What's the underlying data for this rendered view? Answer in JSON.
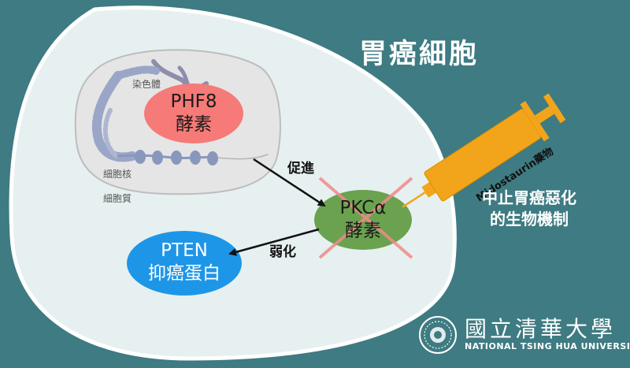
{
  "title": "胃癌細胞",
  "labels": {
    "chromosome": "染色體",
    "nucleus": "細胞核",
    "cytoplasm": "細胞質"
  },
  "phf8": {
    "name": "PHF8",
    "type": "酵素"
  },
  "pkc": {
    "name": "PKCα",
    "type": "酵素"
  },
  "pten": {
    "name": "PTEN",
    "type": "抑癌蛋白"
  },
  "arrows": {
    "promote": "促進",
    "weaken": "弱化"
  },
  "drug": {
    "name": "Midostaurin藥物",
    "effect_line1": "中止胃癌惡化",
    "effect_line2": "的生物機制"
  },
  "university": {
    "name_cn": "國立清華大學",
    "name_en": "NATIONAL TSING HUA UNIVERSITY"
  },
  "colors": {
    "background": "#3e7b82",
    "cell": "#e7f0f0",
    "nucleus": "#e5e5e5",
    "phf8": "#f57a78",
    "pkc": "#6aa24f",
    "pten": "#1e96e8",
    "syringe": "#f2a51a",
    "cross": "#f08a8a"
  }
}
